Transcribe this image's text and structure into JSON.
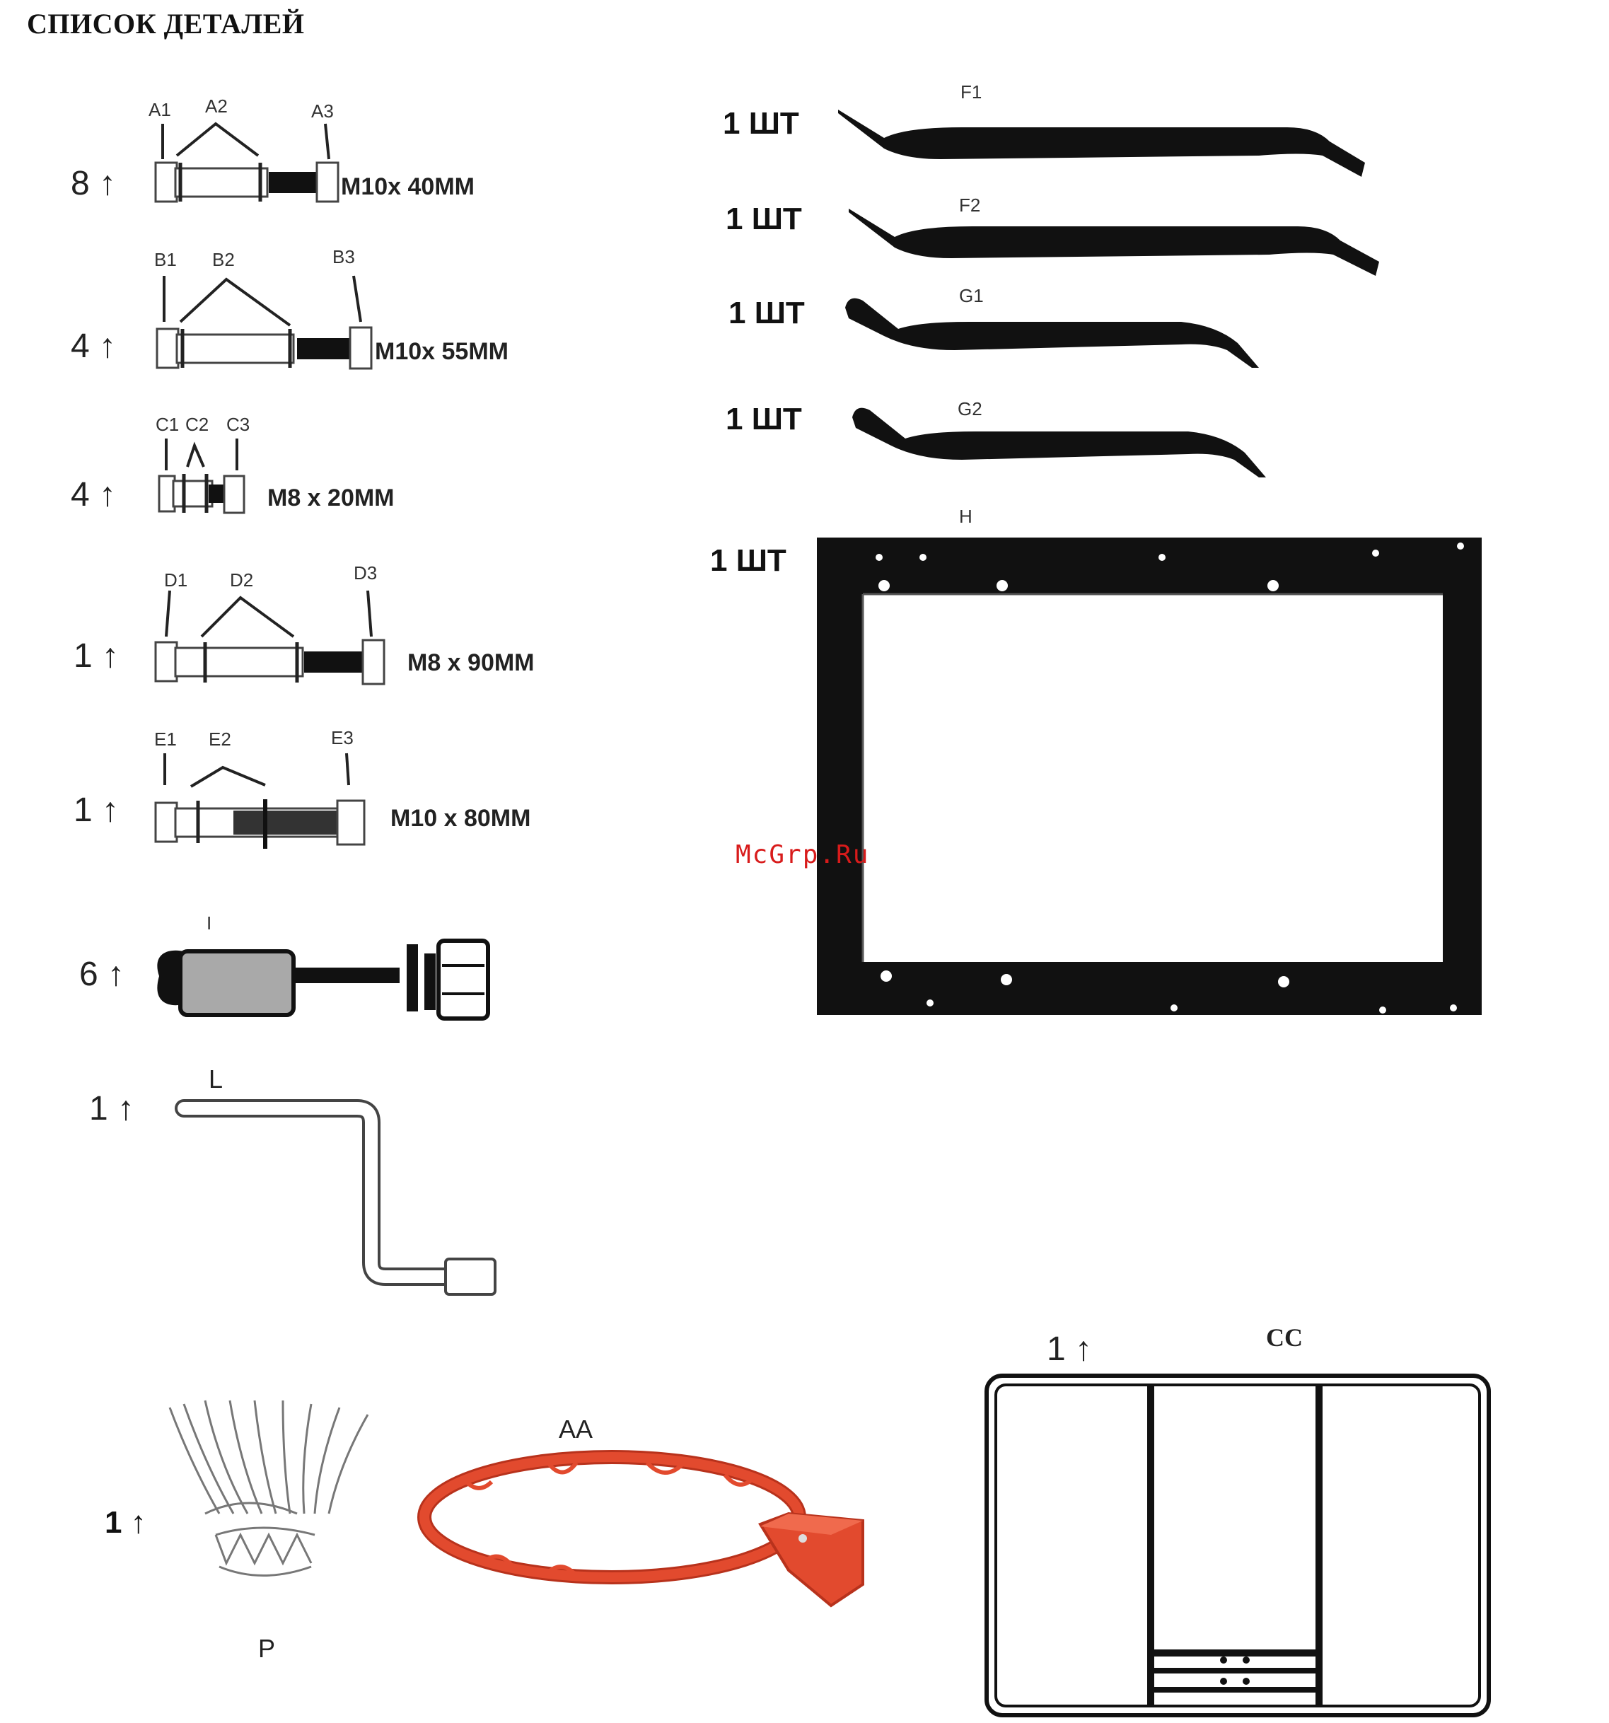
{
  "page": {
    "title": "СПИСОК ДЕТАЛЕЙ"
  },
  "bolts": [
    {
      "qty": "8",
      "labels": [
        "A1",
        "A2",
        "A3"
      ],
      "spec": "M10x 40MM"
    },
    {
      "qty": "4",
      "labels": [
        "B1",
        "B2",
        "B3"
      ],
      "spec": "M10x 55MM"
    },
    {
      "qty": "4",
      "labels": [
        "C1",
        "C2",
        "C3"
      ],
      "spec": "M8 x 20MM"
    },
    {
      "qty": "1",
      "labels": [
        "D1",
        "D2",
        "D3"
      ],
      "spec": "M8 x 90MM"
    },
    {
      "qty": "1",
      "labels": [
        "E1",
        "E2",
        "E3"
      ],
      "spec": "M10 x  80MM"
    }
  ],
  "spacer": {
    "qty": "6",
    "label": "I"
  },
  "crank": {
    "qty": "1",
    "label": "L"
  },
  "braces": [
    {
      "qty": "1 ШТ",
      "label": "F1"
    },
    {
      "qty": "1 ШТ",
      "label": "F2"
    },
    {
      "qty": "1 ШТ",
      "label": "G1"
    },
    {
      "qty": "1 ШТ",
      "label": "G2"
    }
  ],
  "frame": {
    "qty": "1 ШТ",
    "label": "H"
  },
  "net": {
    "qty": "1",
    "label": "P"
  },
  "rim": {
    "label": "AA"
  },
  "backboard": {
    "qty": "1",
    "label": "CC"
  },
  "watermark": "McGrp.Ru",
  "colors": {
    "rim": "#e24a2e",
    "rim_dark": "#b8321c",
    "watermark": "#d81b1b",
    "spacer": "#a9a9a9"
  }
}
